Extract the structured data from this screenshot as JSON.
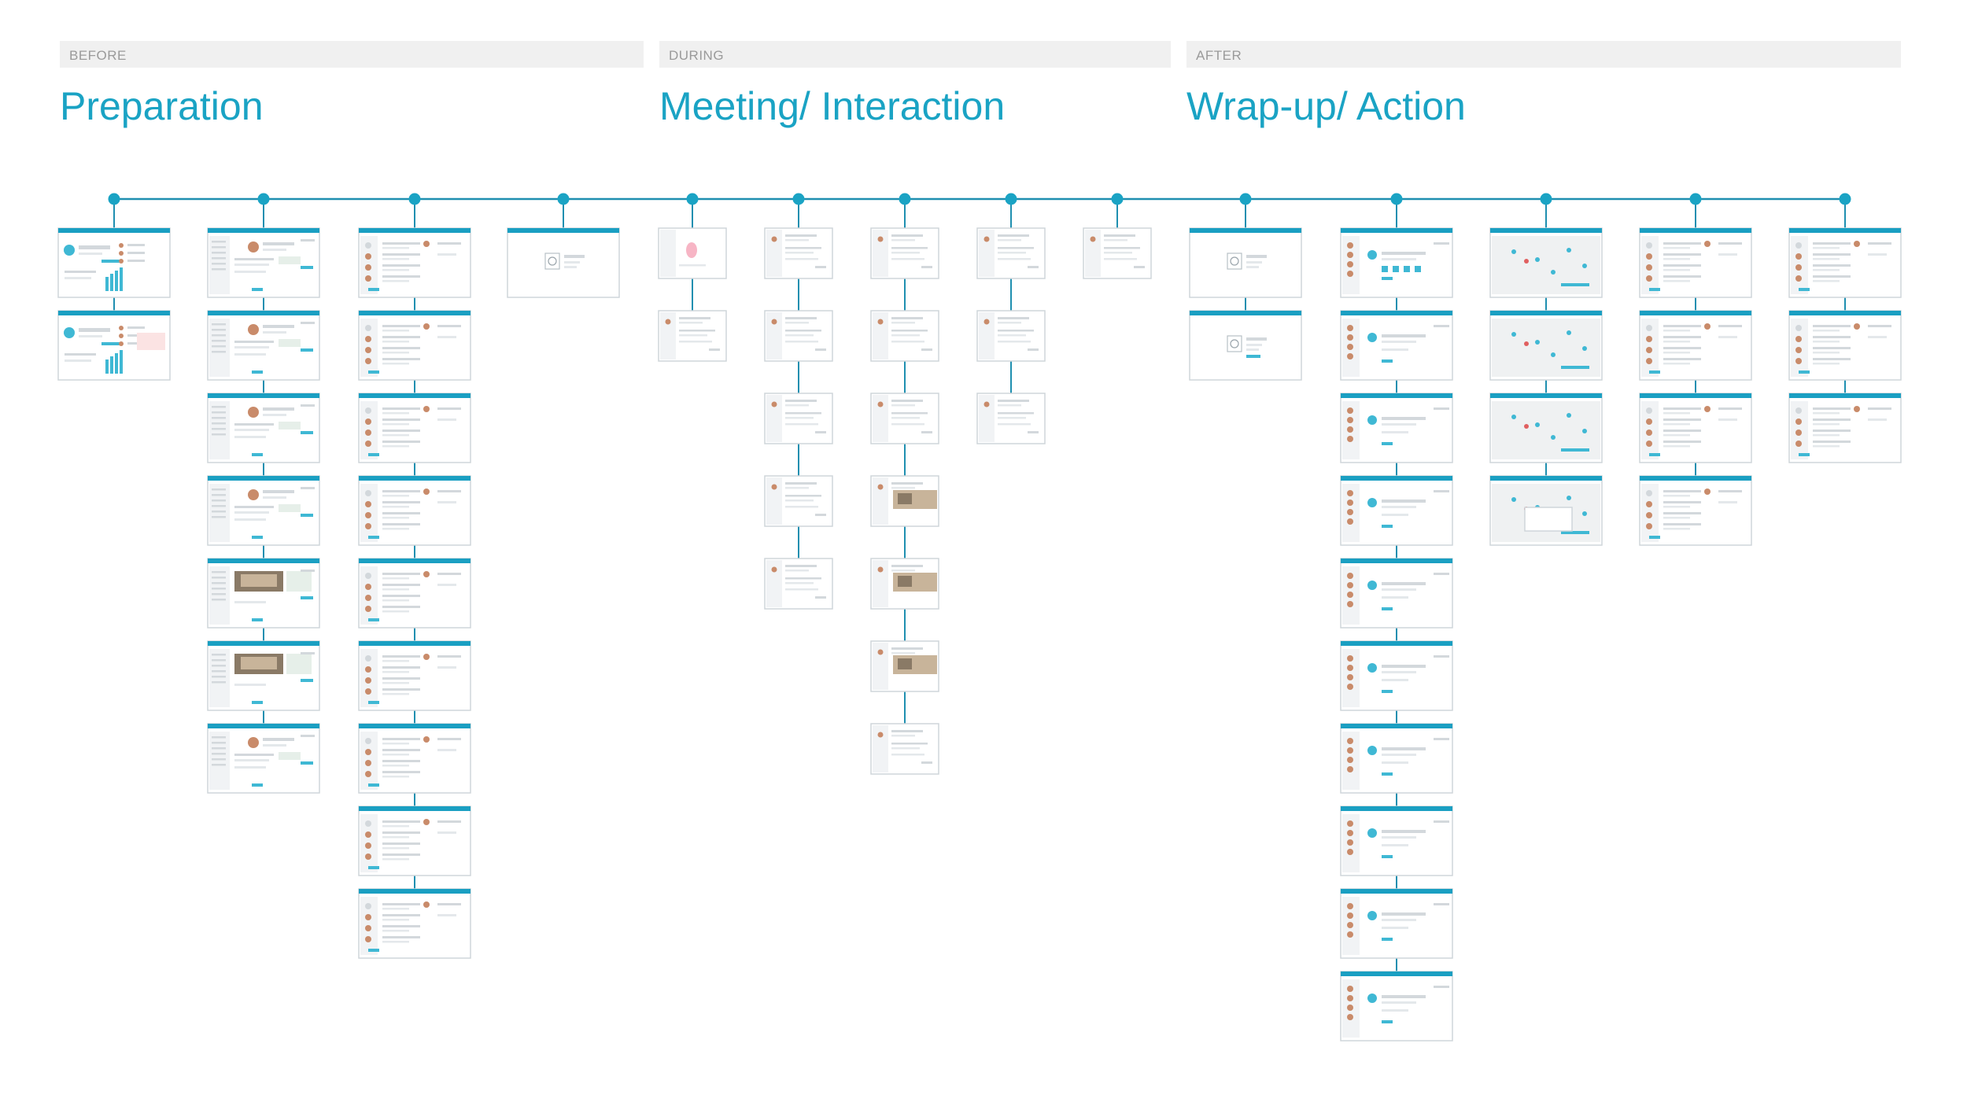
{
  "phases": [
    {
      "key": "before",
      "tag": "BEFORE",
      "title": "Preparation"
    },
    {
      "key": "during",
      "tag": "DURING",
      "title": "Meeting/ Interaction"
    },
    {
      "key": "after",
      "tag": "AFTER",
      "title": "Wrap-up/ Action"
    }
  ],
  "colors": {
    "accent": "#1aa3c4",
    "timeline": "#1f8fb0",
    "phase_bar": "#f0f0f0",
    "tag_text": "#9a9a9a",
    "screen_header": "#1a9fc2"
  },
  "flow": {
    "node_count": 14,
    "columns": [
      {
        "phase": "before",
        "screens": 2,
        "style": "dashboard"
      },
      {
        "phase": "before",
        "screens": 7,
        "style": "profile"
      },
      {
        "phase": "before",
        "screens": 9,
        "style": "list"
      },
      {
        "phase": "before",
        "screens": 1,
        "style": "sync"
      },
      {
        "phase": "during",
        "screens": 2,
        "style": "touch"
      },
      {
        "phase": "during",
        "screens": 5,
        "style": "detail"
      },
      {
        "phase": "during",
        "screens": 7,
        "style": "gallery"
      },
      {
        "phase": "during",
        "screens": 3,
        "style": "detail"
      },
      {
        "phase": "during",
        "screens": 1,
        "style": "detail"
      },
      {
        "phase": "after",
        "screens": 2,
        "style": "sync"
      },
      {
        "phase": "after",
        "screens": 10,
        "style": "wrap"
      },
      {
        "phase": "after",
        "screens": 4,
        "style": "map"
      },
      {
        "phase": "after",
        "screens": 4,
        "style": "list"
      },
      {
        "phase": "after",
        "screens": 3,
        "style": "list"
      }
    ]
  }
}
